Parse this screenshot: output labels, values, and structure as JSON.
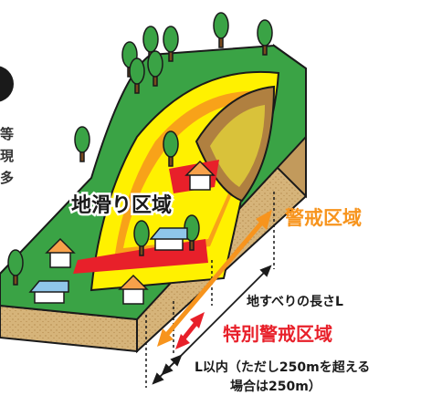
{
  "side_text": [
    "等",
    "現",
    "多"
  ],
  "labels": {
    "landslide_area": "地滑り区域",
    "warning_area": "警戒区域",
    "special_warning_area": "特別警戒区域",
    "landslide_length": "地すべりの長さL",
    "within_l_line1": "L以内（ただし250mを超える",
    "within_l_line2": "場合は250m）"
  },
  "colors": {
    "warning": "#f7941d",
    "special_warning": "#e8202a",
    "landslide_fill": "#fff100",
    "grass": "#3aa345",
    "earth": "#c9a56a"
  }
}
